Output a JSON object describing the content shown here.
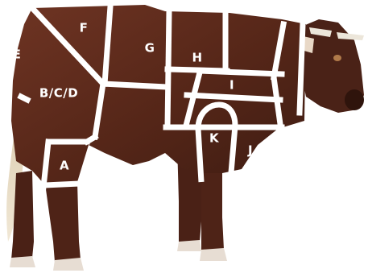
{
  "diagram": {
    "colors": {
      "background": "#ffffff",
      "hide": "#5a2a1c",
      "hide_dark": "#3c1b12",
      "hide_light": "#7a3e2a",
      "divider": "#ffffff",
      "tail_hair": "#e9dcc4",
      "hoof": "#e7ddd3",
      "horn": "#ece6da",
      "label": "#ffffff"
    },
    "cuts": [
      {
        "id": "E",
        "label": "E"
      },
      {
        "id": "F",
        "label": "F"
      },
      {
        "id": "G",
        "label": "G"
      },
      {
        "id": "H",
        "label": "H"
      },
      {
        "id": "BCD",
        "label": "B/C/D"
      },
      {
        "id": "I",
        "label": "I"
      },
      {
        "id": "K",
        "label": "K"
      },
      {
        "id": "J",
        "label": "J"
      },
      {
        "id": "A",
        "label": "A"
      }
    ]
  }
}
